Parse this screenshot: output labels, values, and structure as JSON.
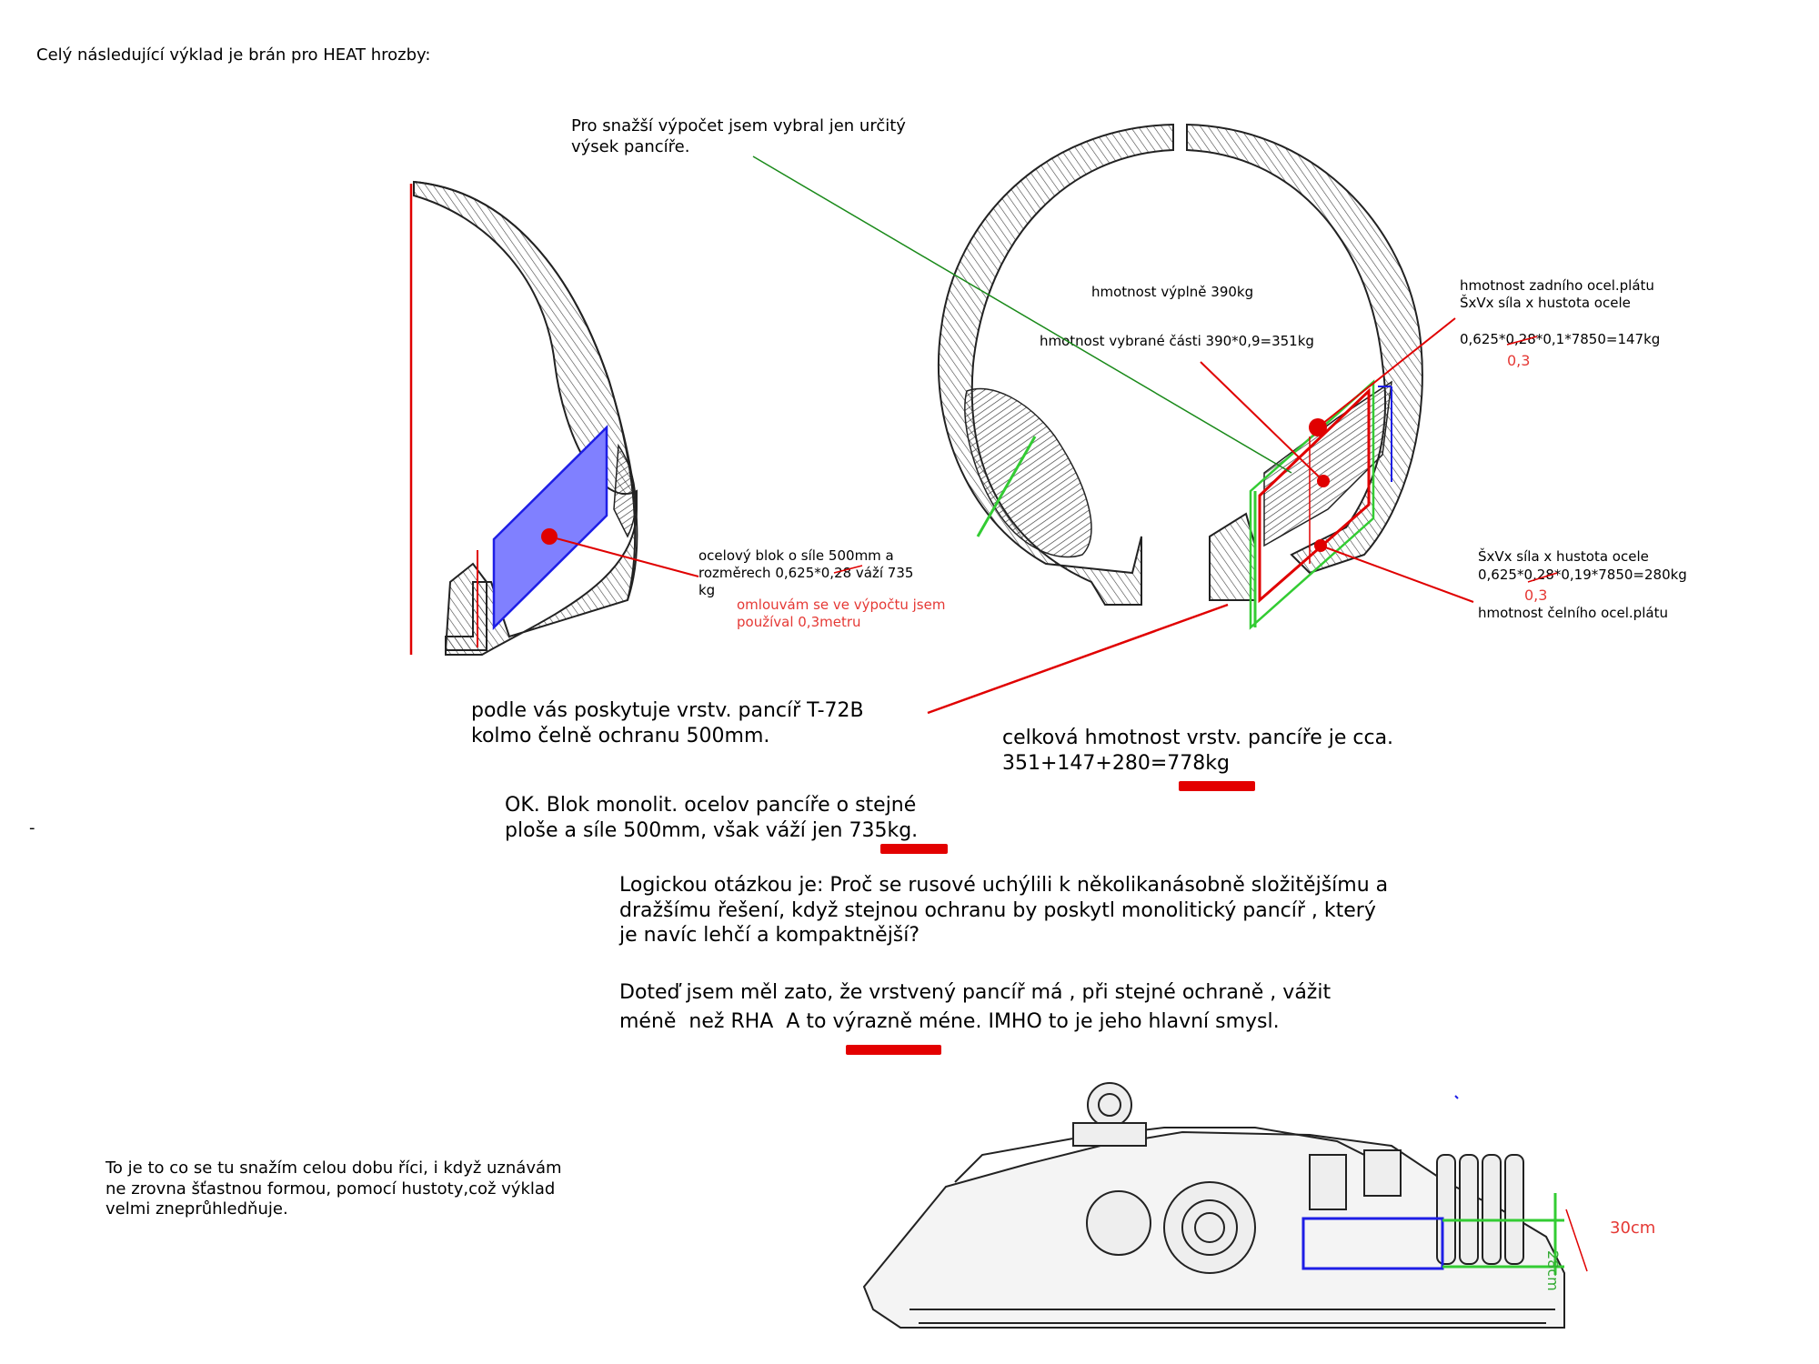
{
  "intro": "Celý následující výklad je brán pro HEAT hrozby:",
  "section_note": "Pro snažší výpočet jsem vybral jen určitý\nvýsek pancíře.",
  "left_diagram": {
    "block_label": "ocelový blok o síle 500mm a\nrozměrech 0,625*0,28 váží 735\nkg",
    "apology": "omlouvám se ve výpočtu jsem\npoužíval 0,3metru"
  },
  "right_diagram": {
    "fill_mass": "hmotnost výplně 390kg",
    "selected_mass": "hmotnost vybrané části 390*0,9=351kg",
    "rear_plate_title": "hmotnost zadního ocel.plátu\nŠxVx síla x hustota ocele",
    "rear_plate_calc": "0,625*0,28*0,1*7850=147kg",
    "rear_plate_fix": "0,3",
    "front_plate_formula": "ŠxVx síla x hustota ocele",
    "front_plate_calc": "0,625*0,28*0,19*7850=280kg",
    "front_plate_fix": "0,3",
    "front_plate_title": "hmotnost čelního ocel.plátu"
  },
  "claim": "podle vás poskytuje vrstv. pancíř T-72B\nkolmo čelně ochranu 500mm.",
  "total": "celková hmotnost vrstv. pancíře je cca.\n351+147+280=778kg",
  "monolith": "OK. Blok monolit. ocelov pancíře o stejné\nploše a síle 500mm, však váží jen 735kg.",
  "question": "Logickou otázkou je: Proč se rusové uchýlili k několikanásobně složitějšímu a\ndražšímu řešení, když stejnou ochranu by poskytl monolitický pancíř , který\nje navíc lehčí a kompaktnější?",
  "belief_line1": "Doteď jsem měl zato, že vrstvený pancíř má , při stejné ochraně , vážit",
  "belief_line2": "méně  než RHA  A to výrazně méne. IMHO to je jeho hlavní smysl.",
  "summary": "To je to co se tu snažím celou dobu říci, i když uznávám\nne zrovna šťastnou formou, pomocí hustoty,což výklad\nvelmi zneprůhledňuje.",
  "dash": "-",
  "tank_dims": {
    "height": "28cm",
    "depth": "30cm"
  },
  "colors": {
    "red": "#e53935",
    "blue": "#1e1ee6",
    "green": "#33cc33",
    "fill_blue": "#8080ff"
  }
}
